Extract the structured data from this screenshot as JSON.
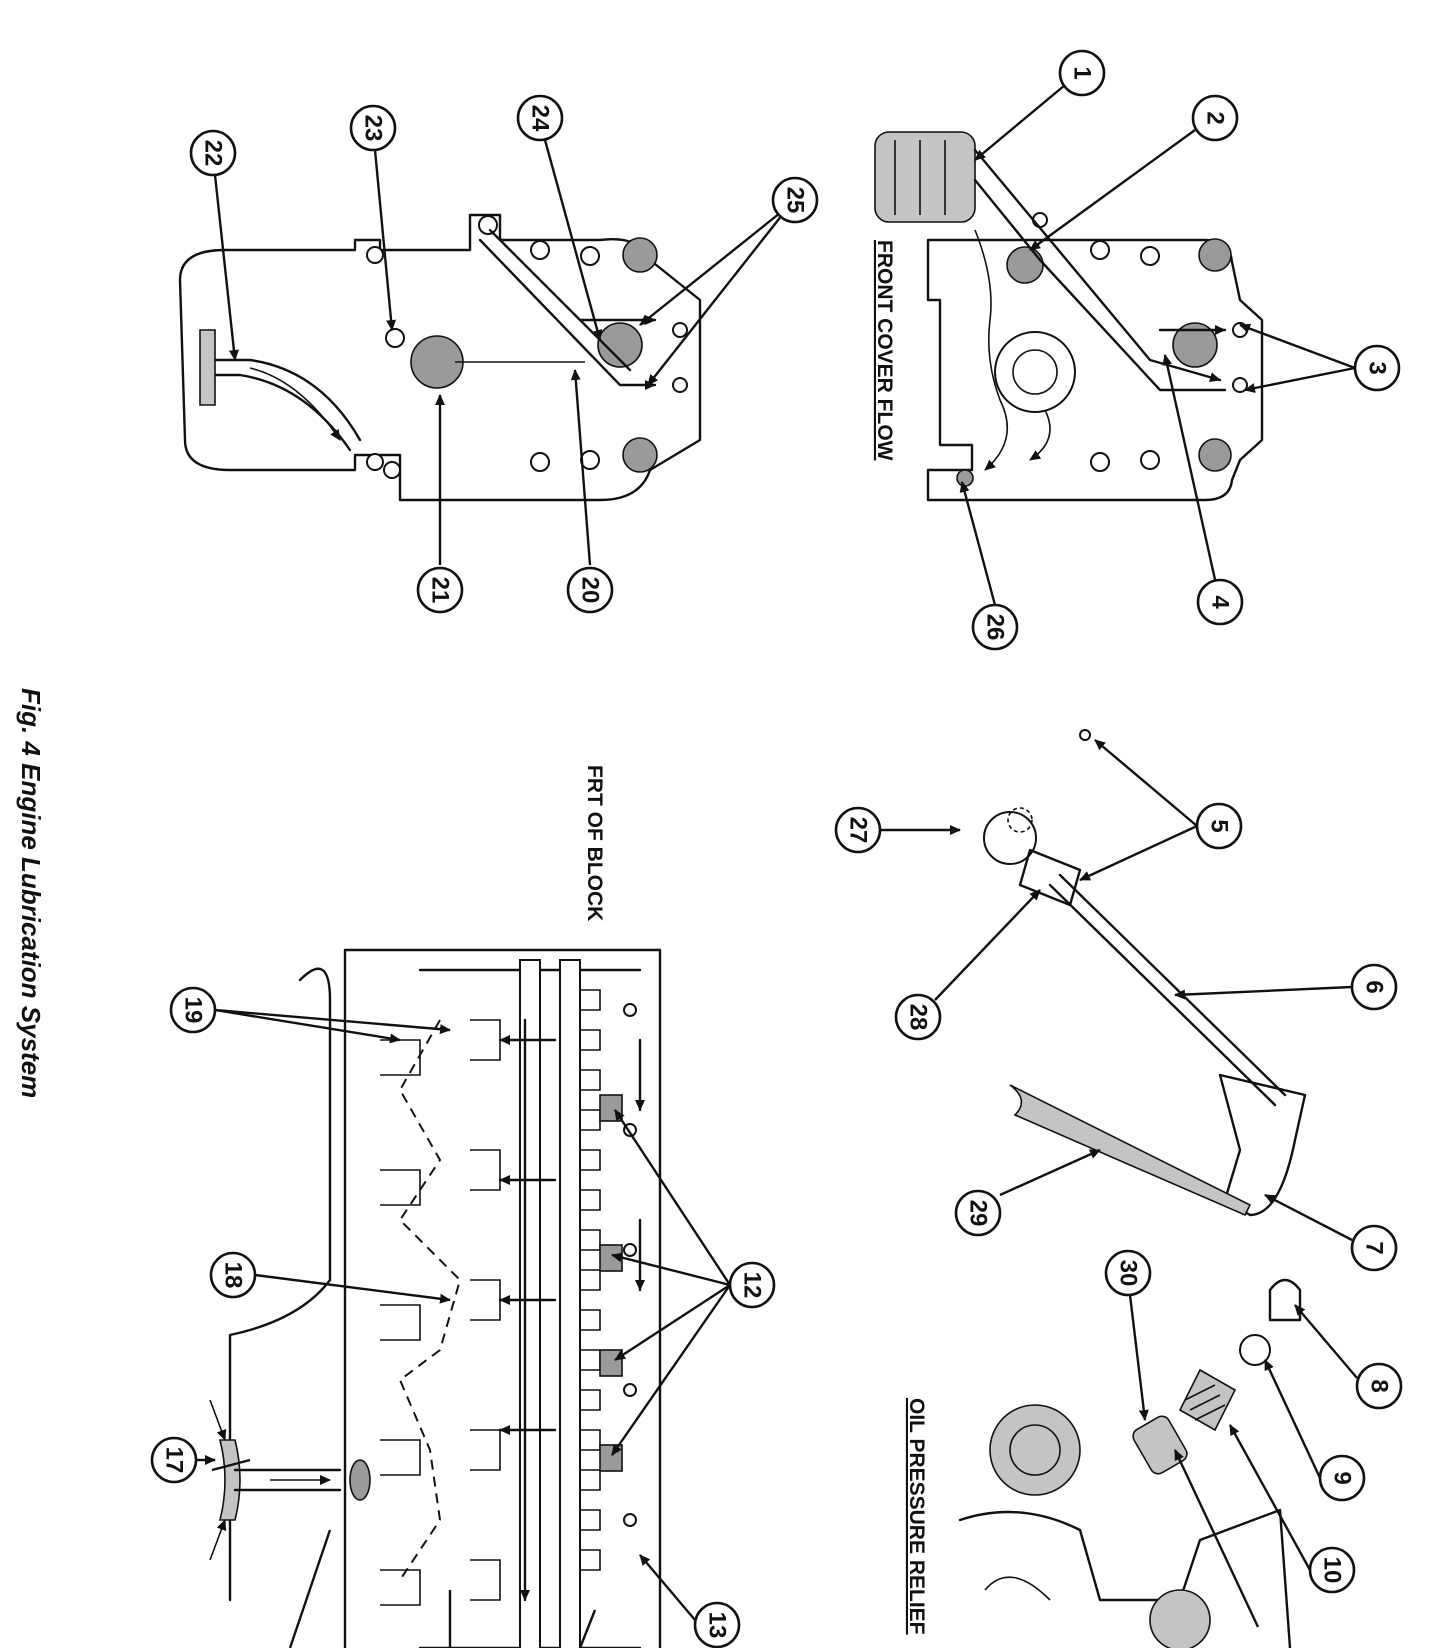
{
  "figure": {
    "caption": "Fig. 4 Engine Lubrication System"
  },
  "headings": {
    "front_cover_flow": "FRONT COVER FLOW",
    "frt_of_block": "FRT OF BLOCK",
    "oil_pressure_relief": "OIL PRESSURE RELIEF"
  },
  "callouts": [
    "1",
    "2",
    "3",
    "4",
    "5",
    "6",
    "7",
    "8",
    "9",
    "10",
    "12",
    "13",
    "17",
    "18",
    "19",
    "20",
    "21",
    "22",
    "23",
    "24",
    "25",
    "26",
    "27",
    "28",
    "29",
    "30"
  ]
}
